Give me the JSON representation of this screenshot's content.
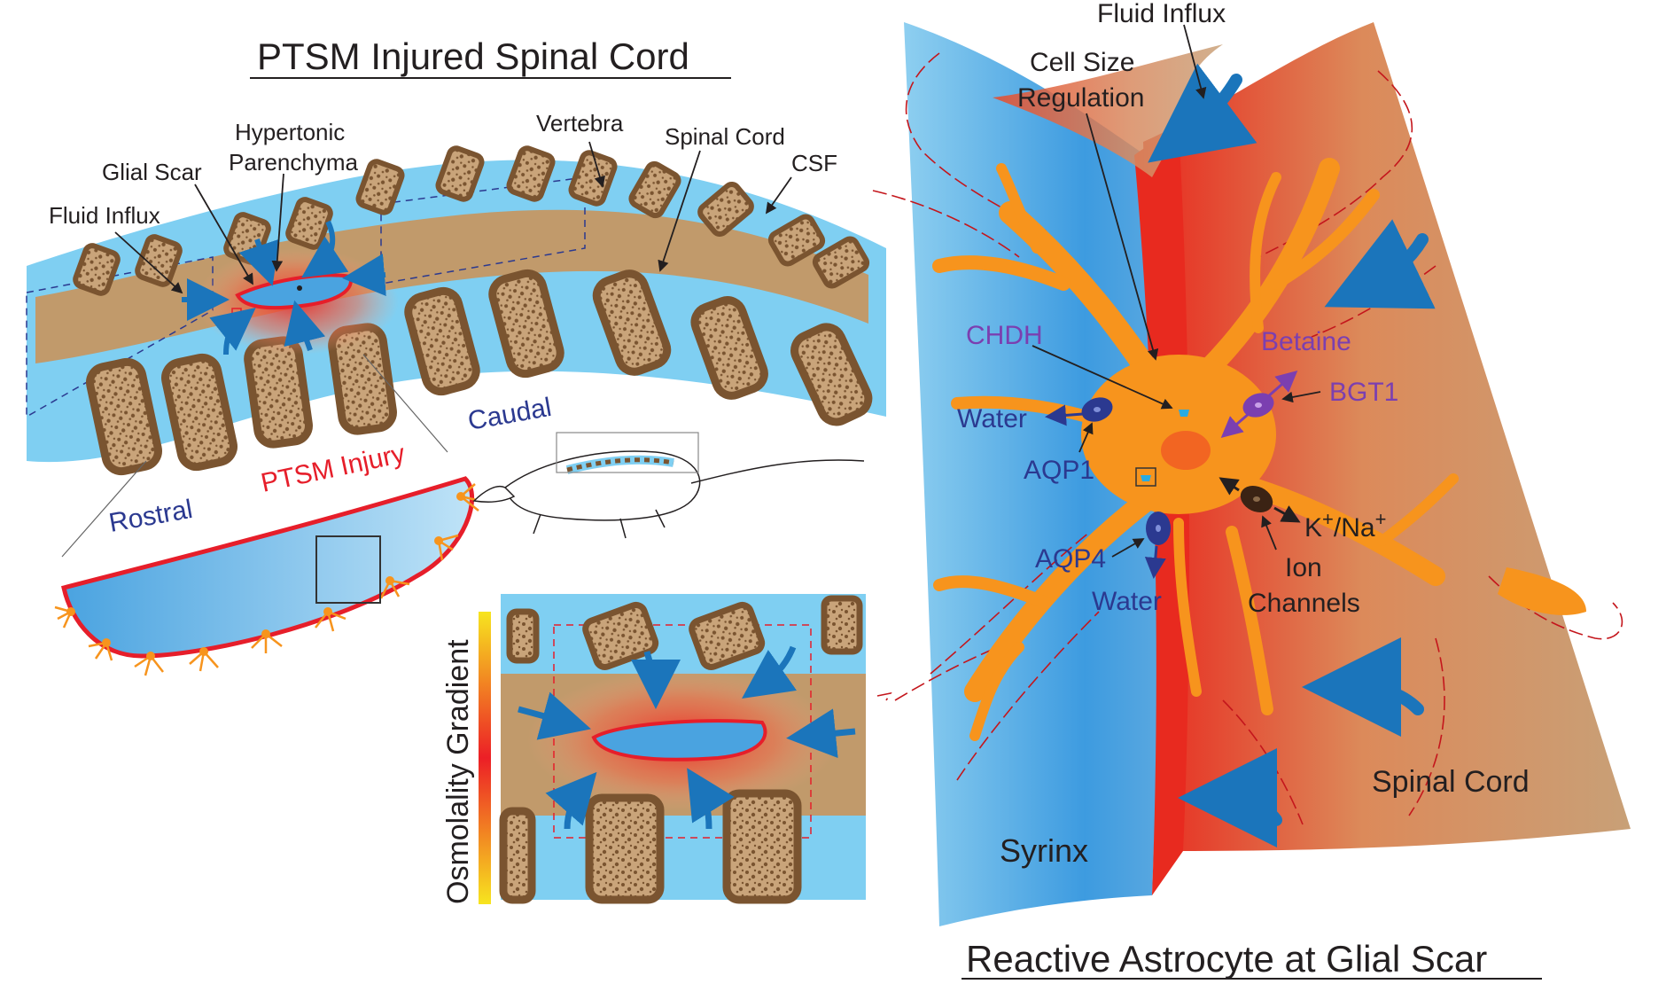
{
  "panels": {
    "left": {
      "title": "PTSM Injured Spinal Cord",
      "labels": {
        "hypertonic": [
          "Hypertonic",
          "Parenchyma"
        ],
        "glial_scar": "Glial Scar",
        "fluid_influx": "Fluid Influx",
        "vertebra": "Vertebra",
        "spinal_cord": "Spinal Cord",
        "csf": "CSF",
        "caudal": "Caudal",
        "rostral": "Rostral",
        "ptsm_injury": "PTSM Injury"
      }
    },
    "inset": {
      "gradient_label": "Osmolality Gradient"
    },
    "right": {
      "title": "Reactive Astrocyte at Glial Scar",
      "labels": {
        "fluid_influx": "Fluid Influx",
        "cell_size_regulation": [
          "Cell Size",
          "Regulation"
        ],
        "chdh": "CHDH",
        "betaine": "Betaine",
        "bgt1": "BGT1",
        "water_top": "Water",
        "aqp1": "AQP1",
        "aqp4": "AQP4",
        "water_bottom": "Water",
        "ion_k": "K",
        "ion_sep": "/",
        "ion_na": "Na",
        "ion_plus": "+",
        "ion_channels": [
          "Ion",
          "Channels"
        ],
        "spinal_cord": "Spinal Cord",
        "syrinx": "Syrinx"
      }
    }
  },
  "colors": {
    "csf_blue": "#7fcff2",
    "cord_tan": "#c19a6b",
    "vertebra_brown": "#7a5430",
    "scar_red": "#e8322d",
    "astro_orange": "#f7941d",
    "channel_navy": "#2b3990",
    "channel_purple": "#7b3fb0",
    "arrow_blue": "#1b75bb"
  }
}
